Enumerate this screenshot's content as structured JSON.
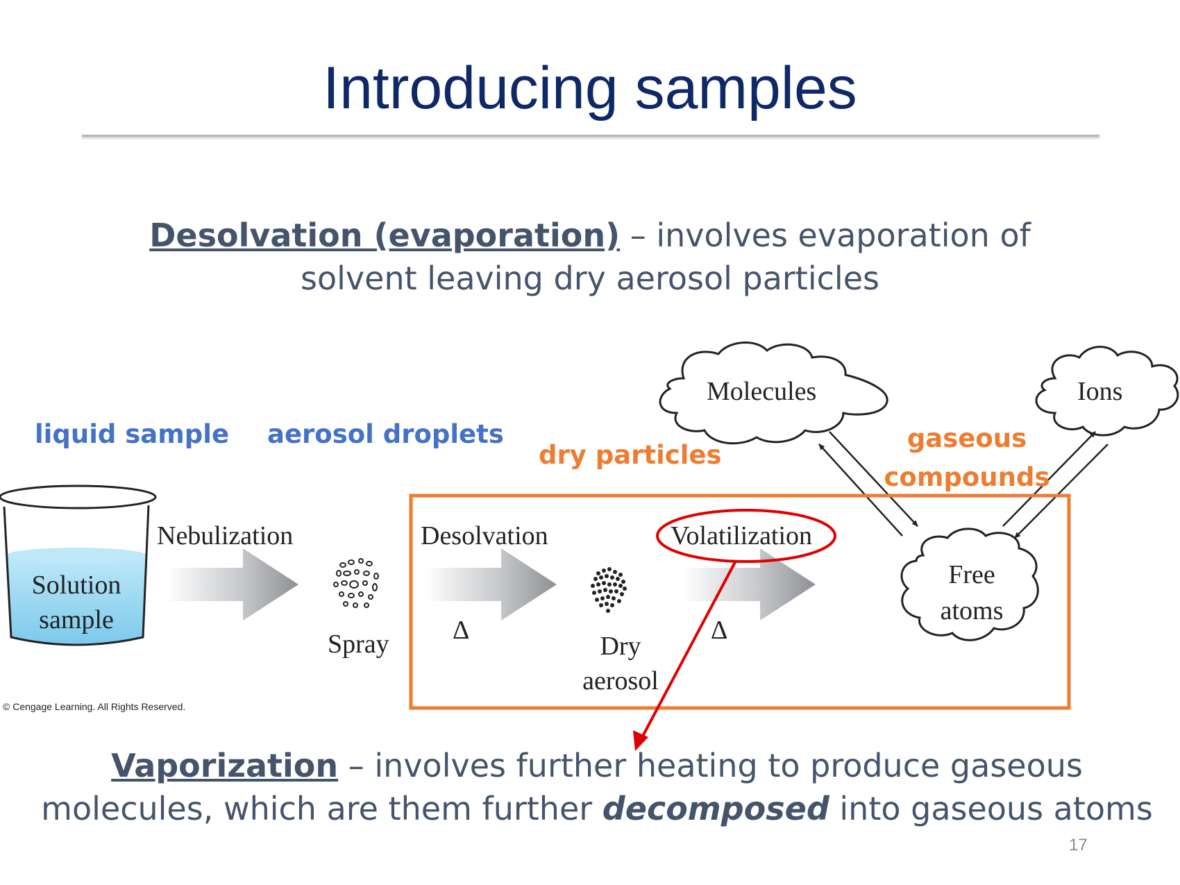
{
  "slide": {
    "title": "Introducing samples",
    "page_number": "17"
  },
  "desolvation": {
    "term": "Desolvation (evaporation)",
    "text_line1": " – involves evaporation of",
    "text_line2": "solvent leaving dry aerosol particles"
  },
  "vaporization": {
    "term": "Vaporization",
    "text_line1": " – involves further heating to produce gaseous",
    "text_line2_before": "molecules, which are them further ",
    "emphasis": "decomposed",
    "text_line2_after": " into gaseous atoms"
  },
  "annotations": {
    "liquid_sample": "liquid sample",
    "aerosol_droplets": "aerosol droplets",
    "dry_particles": "dry particles",
    "gaseous_line1": "gaseous",
    "gaseous_line2": "compounds"
  },
  "diagram": {
    "solution_line1": "Solution",
    "solution_line2": "sample",
    "nebulization": "Nebulization",
    "spray": "Spray",
    "desolvation": "Desolvation",
    "delta1": "Δ",
    "dry_line1": "Dry",
    "dry_line2": "aerosol",
    "volatilization": "Volatilization",
    "delta2": "Δ",
    "molecules": "Molecules",
    "ions": "Ions",
    "free_line1": "Free",
    "free_line2": "atoms",
    "credit": "© Cengage Learning. All Rights Reserved."
  },
  "colors": {
    "title": "#0f2866",
    "body_text": "#44546a",
    "blue_label": "#4472c4",
    "orange_label": "#ed7d31",
    "highlight_box": "#ed7d31",
    "red_annotation": "#e00000",
    "liquid": "#8fd3f0"
  }
}
